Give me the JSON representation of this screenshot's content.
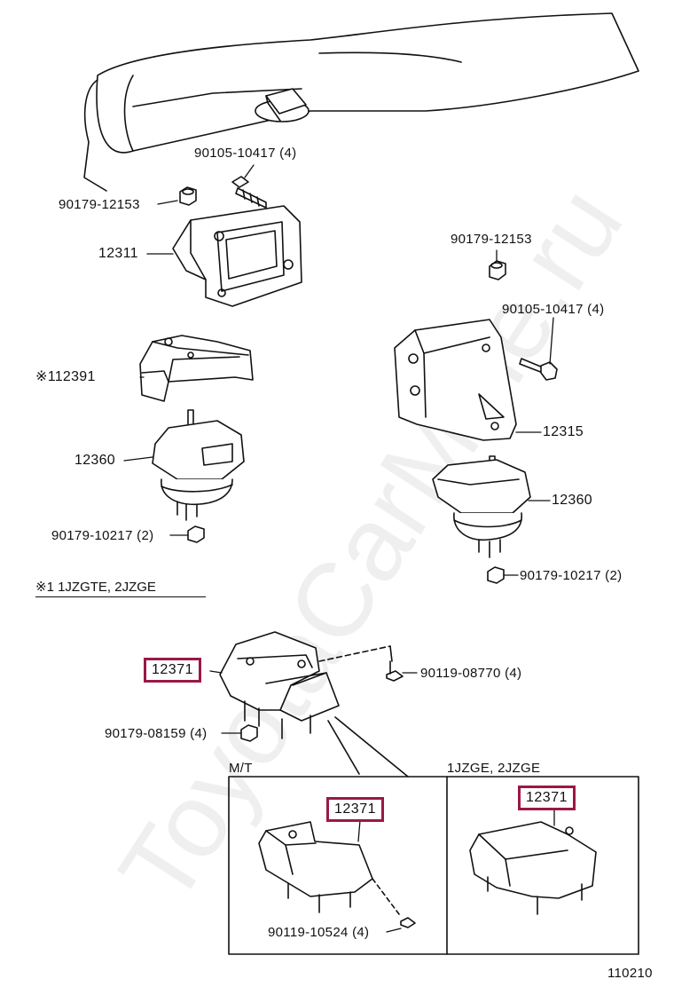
{
  "diagram": {
    "watermark": "ToyotaCarMine.ru",
    "page_code": "110210",
    "labels": {
      "bolt_top_left": "90105-10417 (4)",
      "nut_top_left": "90179-12153",
      "bracket_left": "12311",
      "insulator_plate": "※112391",
      "mount_left": "12360",
      "nut_left_bottom": "90179-10217 (2)",
      "nut_top_right": "90179-12153",
      "bolt_top_right": "90105-10417 (4)",
      "bracket_right": "12315",
      "mount_right": "12360",
      "nut_right_bottom": "90179-10217 (2)",
      "rear_mount": "12371",
      "bolt_rear": "90119-08770 (4)",
      "nut_rear": "90179-08159 (4)",
      "mt_mount": "12371",
      "mt_bolt": "90119-10524 (4)",
      "alt_mount": "12371"
    },
    "footnote": "※1  1JZGTE,  2JZGE",
    "variants": {
      "left_title": "M/T",
      "right_title": "1JZGE, 2JZGE"
    },
    "highlight_color": "#9a1848"
  }
}
